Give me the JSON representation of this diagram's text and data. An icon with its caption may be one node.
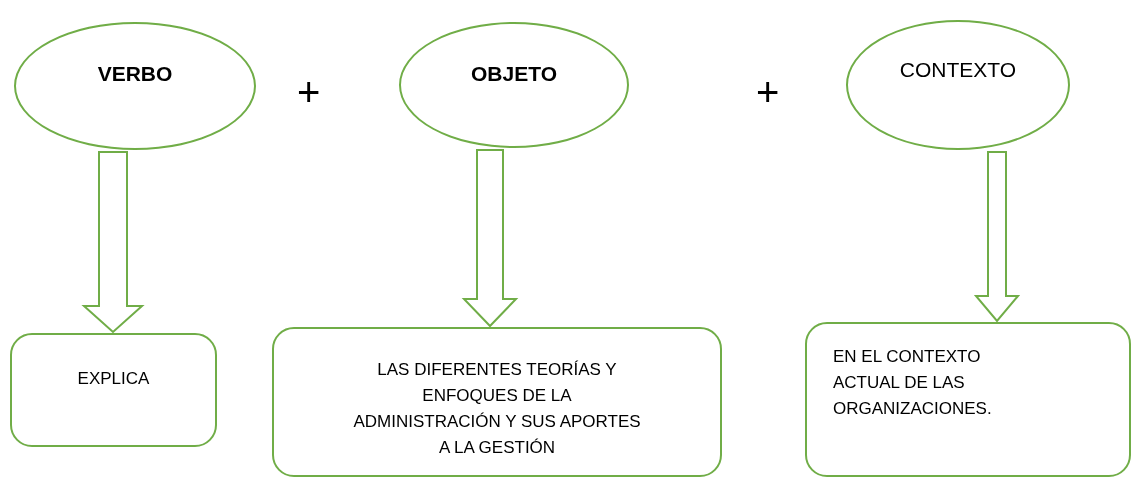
{
  "diagram": {
    "nodes": [
      {
        "text": [
          "VERBO"
        ]
      },
      {
        "text": [
          "OBJETO"
        ]
      },
      {
        "text": [
          "CONTEXTO"
        ]
      },
      {
        "text": [
          "EXPLICA"
        ]
      },
      {
        "text": [
          "LAS DIFERENTES TEORÍAS Y ENFOQUES DE LA ADMINISTRACIÓN Y SUS APORTES A LA GESTIÓN"
        ]
      },
      {
        "text": [
          "EN EL CONTEXTO ACTUAL DE LAS ORGANIZACIONES."
        ]
      }
    ],
    "edges": [
      {
        "from": 0,
        "to": 3,
        "arrow": "to"
      },
      {
        "from": 1,
        "to": 4,
        "arrow": "to"
      },
      {
        "from": 2,
        "to": 5,
        "arrow": "to"
      }
    ],
    "labels": [
      "+",
      "+"
    ]
  }
}
